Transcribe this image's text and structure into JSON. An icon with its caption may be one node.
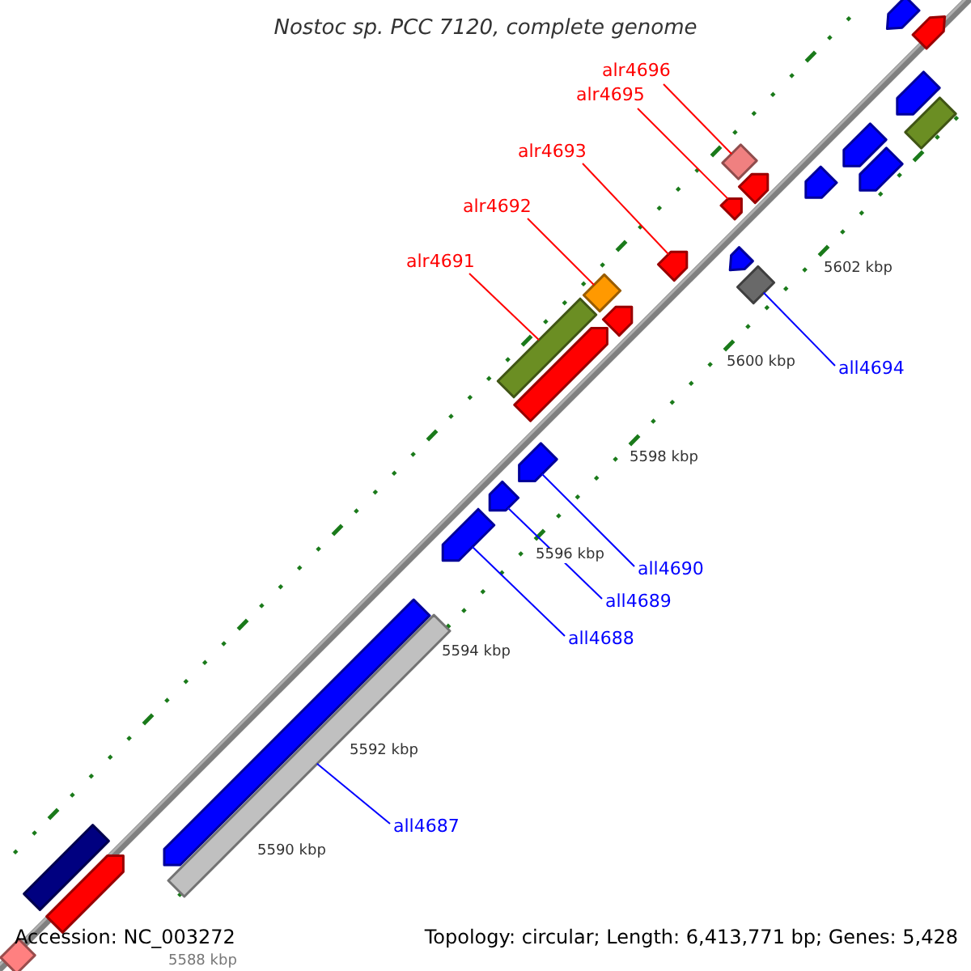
{
  "diagram": {
    "title": "Nostoc sp. PCC 7120, complete genome",
    "nodes": [
      {
        "text": [
          "alr4696"
        ]
      },
      {
        "text": [
          "alr4695"
        ]
      },
      {
        "text": [
          "alr4693"
        ]
      },
      {
        "text": [
          "alr4692"
        ]
      },
      {
        "text": [
          "alr4691"
        ]
      },
      {
        "text": [
          "all4694"
        ]
      },
      {
        "text": [
          "all4690"
        ]
      },
      {
        "text": [
          "all4689"
        ]
      },
      {
        "text": [
          "all4688"
        ]
      },
      {
        "text": [
          "all4687"
        ]
      },
      {
        "text": [],
        "shape": "pentagon"
      },
      {
        "text": [],
        "shape": "pentagon"
      },
      {
        "text": [],
        "shape": "pentagon"
      },
      {
        "text": [],
        "shape": "bar"
      },
      {
        "text": [],
        "shape": "bar"
      },
      {
        "text": [],
        "shape": "pentagon"
      },
      {
        "text": [],
        "shape": "pentagon"
      },
      {
        "text": [],
        "shape": "pentagon"
      },
      {
        "text": [],
        "shape": "pentagon"
      },
      {
        "text": [],
        "shape": "pentagon"
      },
      {
        "text": [],
        "shape": "pentagon"
      },
      {
        "text": [],
        "shape": "pentagon"
      },
      {
        "text": [],
        "shape": "bar"
      },
      {
        "text": [],
        "shape": "bar"
      },
      {
        "text": [],
        "shape": "pentagon"
      },
      {
        "text": [],
        "shape": "bar"
      },
      {
        "text": [],
        "shape": "pentagon"
      },
      {
        "text": [],
        "shape": "pentagon"
      },
      {
        "text": [],
        "shape": "pentagon"
      },
      {
        "text": [],
        "shape": "pentagon"
      },
      {
        "text": [],
        "shape": "pentagon"
      },
      {
        "text": [],
        "shape": "bar"
      },
      {
        "text": [],
        "shape": "bar"
      },
      {
        "text": [],
        "shape": "pentagon"
      },
      {
        "text": [],
        "shape": "bar"
      }
    ],
    "edges": [
      {
        "from": 0,
        "to": 14,
        "arrow": "none",
        "color": "#ff0000"
      },
      {
        "from": 1,
        "to": 19,
        "arrow": "none",
        "color": "#ff0000"
      },
      {
        "from": 2,
        "to": 20,
        "arrow": "none",
        "color": "#ff0000"
      },
      {
        "from": 3,
        "to": 23,
        "arrow": "none",
        "color": "#ff0000"
      },
      {
        "from": 4,
        "to": 25,
        "arrow": "none",
        "color": "#ff0000"
      },
      {
        "from": 5,
        "to": 22,
        "arrow": "none",
        "color": "#0000ff"
      },
      {
        "from": 6,
        "to": 27,
        "arrow": "none",
        "color": "#0000ff"
      },
      {
        "from": 7,
        "to": 28,
        "arrow": "none",
        "color": "#0000ff"
      },
      {
        "from": 8,
        "to": 29,
        "arrow": "none",
        "color": "#0000ff"
      },
      {
        "from": 9,
        "to": 31,
        "arrow": "none",
        "color": "#0000ff"
      }
    ],
    "labels": [
      "5602 kbp",
      "5600 kbp",
      "5598 kbp",
      "5596 kbp",
      "5594 kbp",
      "5592 kbp",
      "5590 kbp",
      "5588 kbp",
      "Accession: NC_003272",
      "Topology: circular; Length: 6,413,771 bp; Genes: 5,428"
    ]
  }
}
